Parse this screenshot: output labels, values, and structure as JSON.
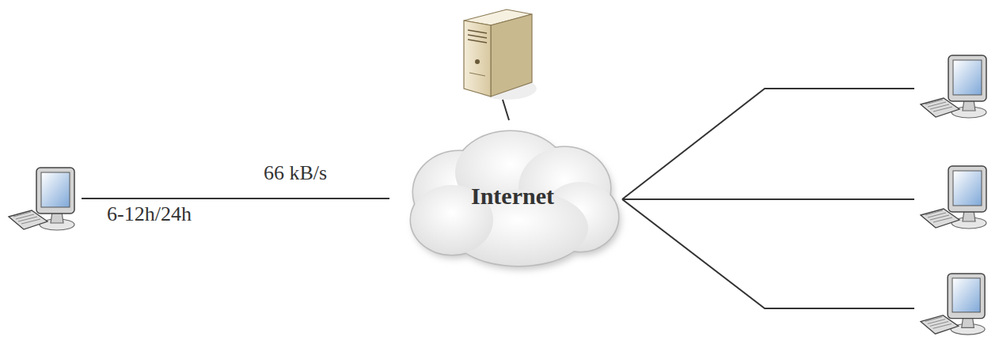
{
  "diagram": {
    "nodes": [
      {
        "text": [
          "Internet"
        ]
      }
    ],
    "labels": [
      "66 kB/s",
      "6-12h/24h"
    ]
  }
}
